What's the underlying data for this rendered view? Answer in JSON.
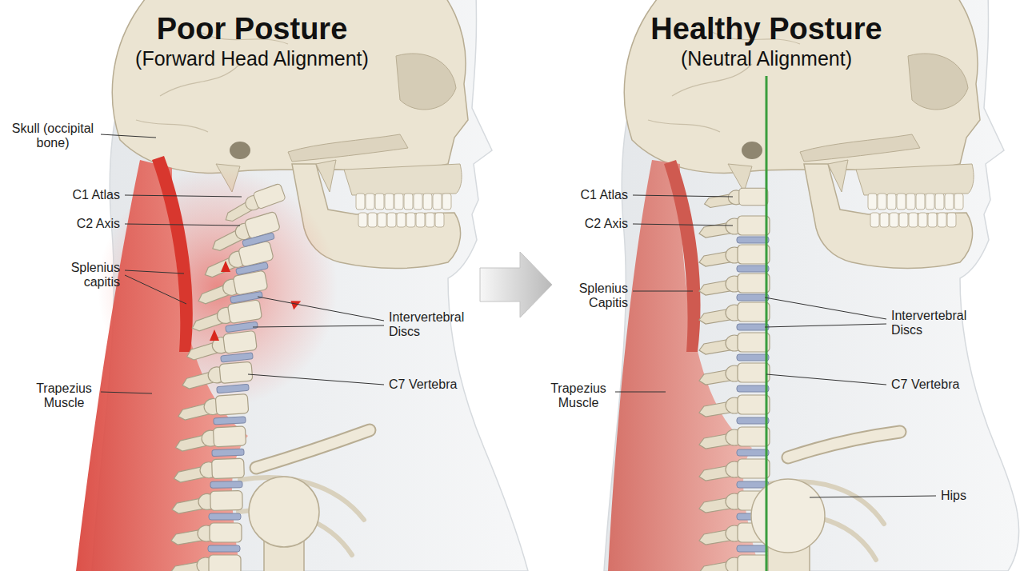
{
  "diagram": {
    "nodes": [
      {
        "text": [
          "Poor Posture",
          "(Forward Head Alignment)"
        ]
      },
      {
        "text": [
          "Healthy Posture",
          "(Neutral Alignment)"
        ]
      }
    ],
    "edges": [
      {
        "from": 0,
        "to": 1,
        "arrow": "to"
      }
    ],
    "labels": [
      "Skull (occipital bone)",
      "C1 Atlas",
      "C2 Axis",
      "Splenius capitis",
      "Intervertebral Discs",
      "Trapezius Muscle",
      "C7 Vertebra",
      "C1 Atlas",
      "C2 Axis",
      "Splenius Capitis",
      "Intervertebral Discs",
      "Trapezius Muscle",
      "C7 Vertebra",
      "Hips"
    ]
  }
}
